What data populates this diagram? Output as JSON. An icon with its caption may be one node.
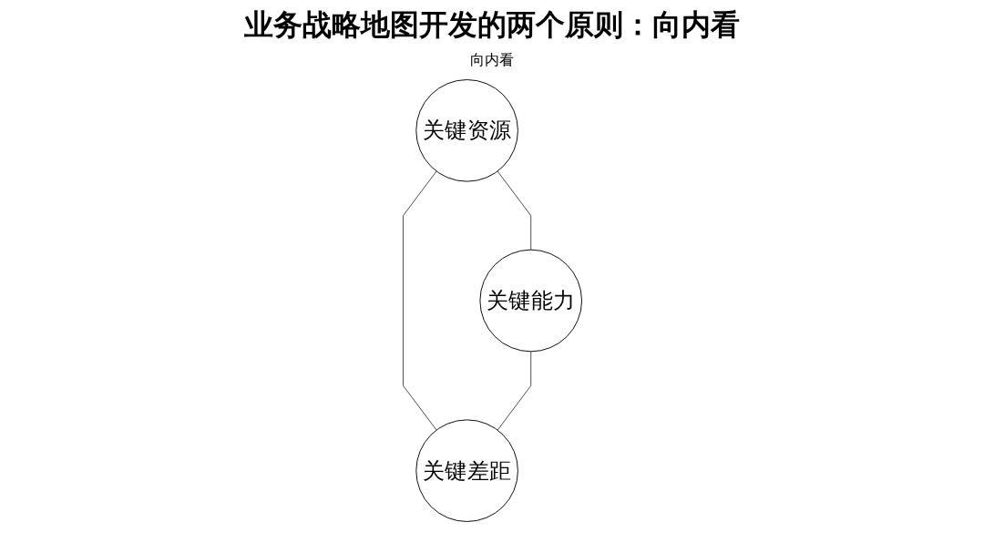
{
  "diagram": {
    "title": "业务战略地图开发的两个原则：向内看",
    "nodes": [
      {
        "text": [
          "关键资源"
        ]
      },
      {
        "text": [
          "关键能力"
        ]
      },
      {
        "text": [
          "关键差距"
        ]
      }
    ],
    "edges": [
      {
        "from": 0,
        "to": 1,
        "arrow": "none"
      },
      {
        "from": 0,
        "to": 2,
        "arrow": "none"
      },
      {
        "from": 1,
        "to": 2,
        "arrow": "none"
      }
    ],
    "labels": [
      "向内看"
    ]
  }
}
